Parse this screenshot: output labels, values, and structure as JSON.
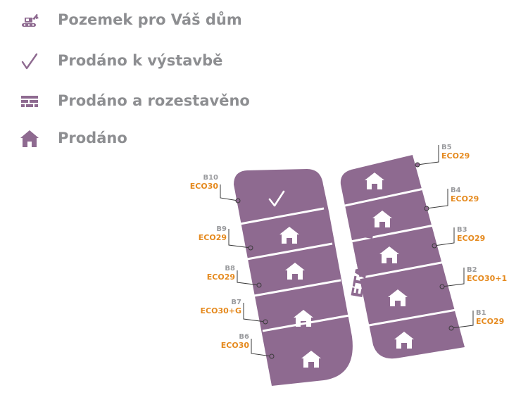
{
  "colors": {
    "plot_fill": "#8e6a90",
    "plot_divider": "#ffffff",
    "icon": "#8e6a90",
    "icon_on_plot": "#ffffff",
    "label_text": "#8d8e91",
    "plot_id": "#9a9b9e",
    "house_type": "#e58a1f",
    "leader": "#3a3a3a"
  },
  "legend": {
    "items": [
      {
        "icon": "excavator-icon",
        "label": "Pozemek pro Váš dům"
      },
      {
        "icon": "check-icon",
        "label": "Prodáno k výstavbě"
      },
      {
        "icon": "construction-icon",
        "label": "Prodáno a rozestavěno"
      },
      {
        "icon": "house-icon",
        "label": "Prodáno"
      }
    ]
  },
  "map": {
    "stage_label": "ETAPA B",
    "plots": [
      {
        "id": "B10",
        "type": "ECO30",
        "status": "check-icon"
      },
      {
        "id": "B9",
        "type": "ECO29",
        "status": "house-icon"
      },
      {
        "id": "B8",
        "type": "ECO29",
        "status": "house-icon"
      },
      {
        "id": "B7",
        "type": "ECO30+G",
        "status": "house-icon"
      },
      {
        "id": "B6",
        "type": "ECO30",
        "status": "house-icon"
      },
      {
        "id": "B5",
        "type": "ECO29",
        "status": "house-icon"
      },
      {
        "id": "B4",
        "type": "ECO29",
        "status": "house-icon"
      },
      {
        "id": "B3",
        "type": "ECO29",
        "status": "house-icon"
      },
      {
        "id": "B2",
        "type": "ECO30+1",
        "status": "house-icon"
      },
      {
        "id": "B1",
        "type": "ECO29",
        "status": "house-icon"
      }
    ]
  }
}
